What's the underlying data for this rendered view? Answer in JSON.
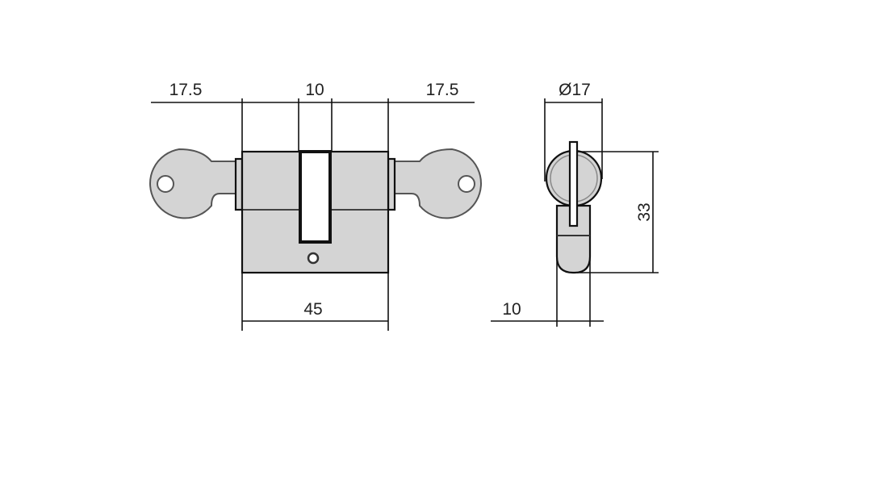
{
  "title": "Euro profile double cylinder with keys - dimension drawing",
  "dimensions": {
    "left_key_length": "17.5",
    "cam_width": "10",
    "right_key_length": "17.5",
    "total_length": "45",
    "diameter": "Ø17",
    "height": "33",
    "lower_width": "10"
  },
  "colors": {
    "fill": "#d4d4d4",
    "line": "#111111"
  }
}
